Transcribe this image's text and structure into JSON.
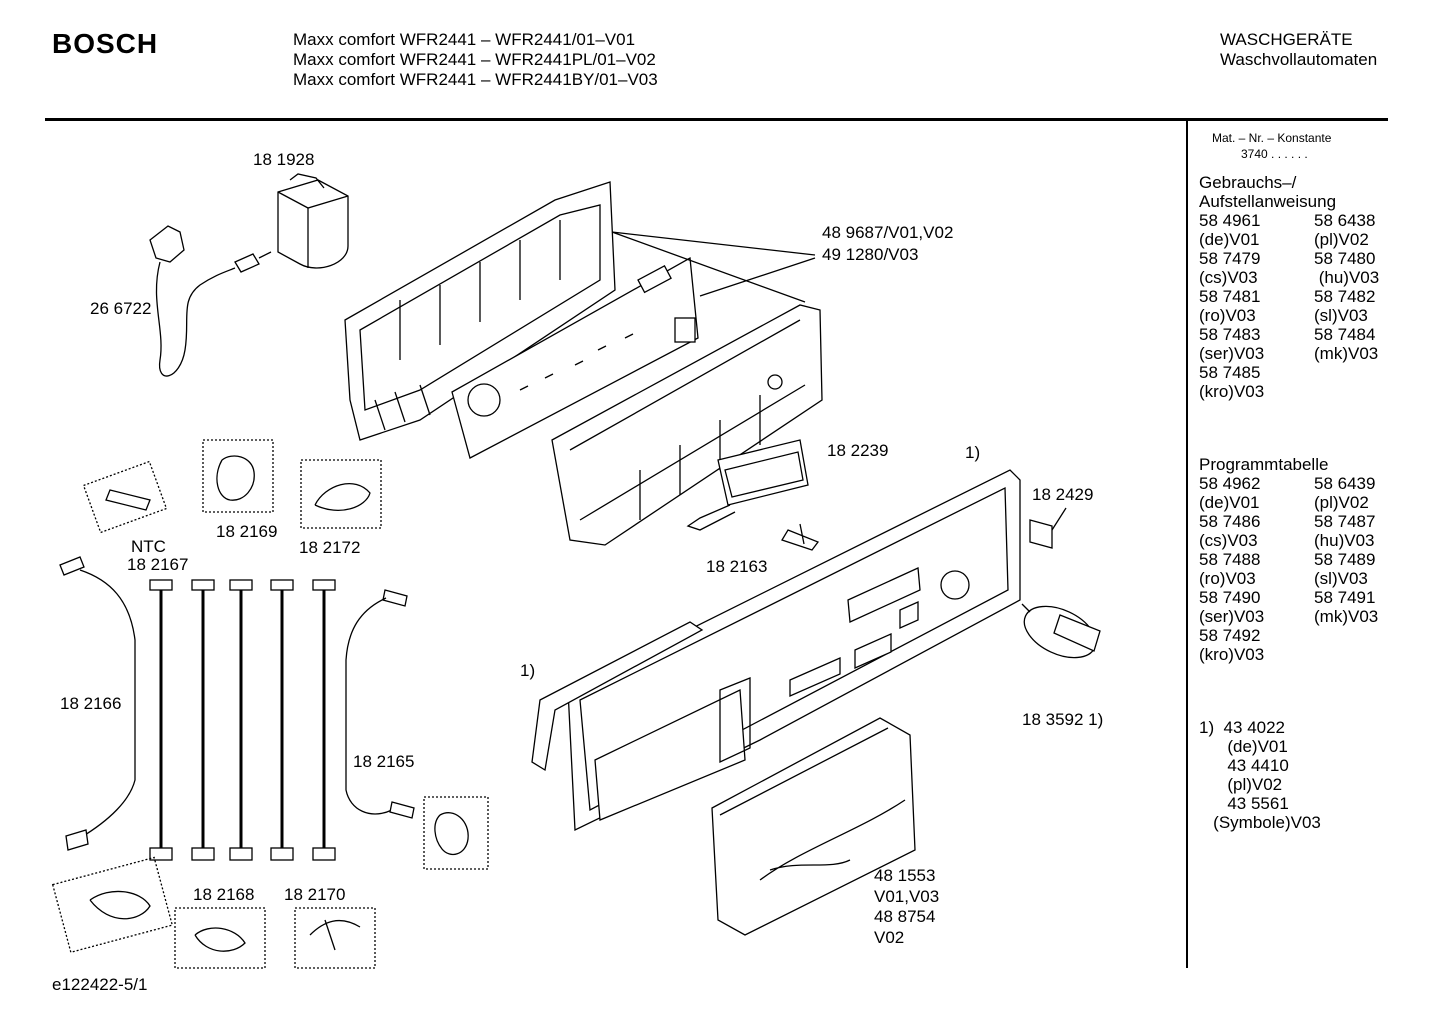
{
  "header": {
    "brand": "BOSCH",
    "model_lines": [
      "Maxx comfort WFR2441 – WFR2441/01–V01",
      "Maxx comfort WFR2441 – WFR2441PL/01–V02",
      "Maxx comfort WFR2441 – WFR2441BY/01–V03"
    ],
    "category_lines": [
      "WASCHGERÄTE",
      "Waschvollautomaten"
    ]
  },
  "sidebar": {
    "mat_title": "Mat. – Nr. – Konstante",
    "mat_value": "3740  .  .  .  .  .  .",
    "gebrauch_title": [
      "Gebrauchs–/",
      "Aufstellanweisung"
    ],
    "gebrauch_rows": [
      [
        "58 4961",
        "58 6438"
      ],
      [
        "(de)V01",
        "(pl)V02"
      ],
      [
        "58 7479",
        "58 7480"
      ],
      [
        "(cs)V03",
        " (hu)V03"
      ],
      [
        "58 7481",
        "58 7482"
      ],
      [
        "(ro)V03",
        "(sl)V03"
      ],
      [
        "58 7483",
        "58 7484"
      ],
      [
        "(ser)V03",
        "(mk)V03"
      ],
      [
        "58 7485",
        ""
      ],
      [
        "(kro)V03",
        ""
      ]
    ],
    "programm_title": "Programmtabelle",
    "programm_rows": [
      [
        "58 4962",
        "58 6439"
      ],
      [
        "(de)V01",
        "(pl)V02"
      ],
      [
        "58 7486",
        "58 7487"
      ],
      [
        "(cs)V03",
        "(hu)V03"
      ],
      [
        "58 7488",
        "58 7489"
      ],
      [
        "(ro)V03",
        "(sl)V03"
      ],
      [
        "58 7490",
        "58 7491"
      ],
      [
        "(ser)V03",
        "(mk)V03"
      ],
      [
        "58 7492",
        ""
      ],
      [
        "(kro)V03",
        ""
      ]
    ],
    "footnote_lines": [
      "1)  43 4022",
      "      (de)V01",
      "      43 4410",
      "      (pl)V02",
      "      43 5561",
      "   (Symbole)V03"
    ]
  },
  "parts": {
    "p181928": "18 1928",
    "p266722": "26 6722",
    "p489687": "48 9687/V01,V02",
    "p491280": "49 1280/V03",
    "p182239": "18 2239",
    "p1a": "1)",
    "p182429": "18 2429",
    "p182163": "18 2163",
    "ntc": "NTC",
    "p182167": "18 2167",
    "p182169": "18 2169",
    "p182172": "18 2172",
    "p182166": "18 2166",
    "p182165": "18 2165",
    "p1b": "1)",
    "p183592": "18 3592 1)",
    "p182168": "18 2168",
    "p182170": "18 2170",
    "p481553": "48 1553",
    "pv0103": "V01,V03",
    "p488754": "48 8754",
    "pv02": "V02"
  },
  "footer": {
    "doc_id": "e122422-5/1"
  }
}
